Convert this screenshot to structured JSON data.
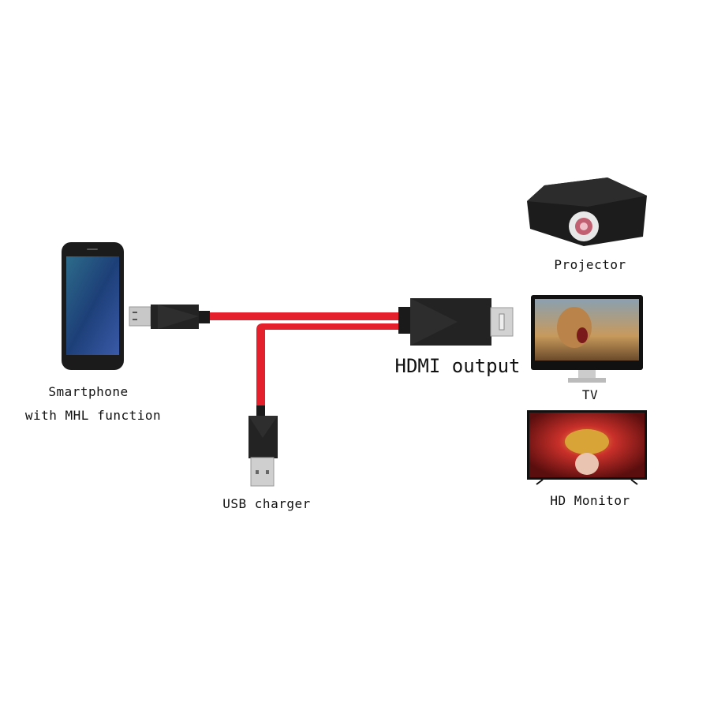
{
  "labels": {
    "smartphone_line1": "Smartphone",
    "smartphone_line2": "with MHL function",
    "usb_charger": "USB charger",
    "hdmi_output": "HDMI output",
    "projector": "Projector",
    "tv": "TV",
    "hd_monitor": "HD Monitor"
  },
  "colors": {
    "cable": "#e3202b",
    "connector": "#1f1f1f",
    "metal": "#c8c8c8"
  }
}
